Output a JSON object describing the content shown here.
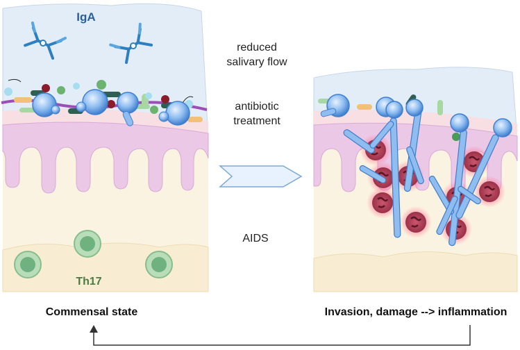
{
  "left_panel": {
    "label_iga": "IgA",
    "label_th17": "Th17",
    "caption": "Commensal state"
  },
  "right_panel": {
    "caption": "Invasion, damage --> inflammation"
  },
  "factors": {
    "line1a": "reduced",
    "line1b": "salivary flow",
    "line2a": "antibiotic",
    "line2b": "treatment",
    "line3": "AIDS"
  },
  "colors": {
    "mucus_blue": "#e2edf8",
    "epithelium_pink": "#efd3ea",
    "tissue_cream": "#fbf3e2",
    "tcell_green": "#8fc59a",
    "candida_blue": "#6aa6e6",
    "neutrophil_red": "#b8465e",
    "iga_blue": "#2e7fc0",
    "iga_text": "#2a5f9a",
    "th17_text": "#4d7a43"
  }
}
